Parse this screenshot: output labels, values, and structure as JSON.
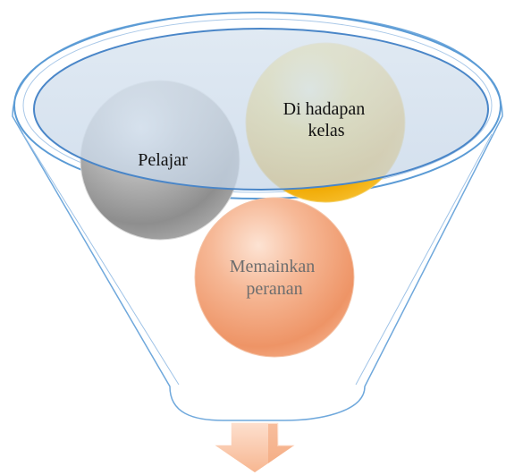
{
  "diagram": {
    "circles": [
      {
        "id": "pelajar",
        "lines": [
          "Pelajar"
        ],
        "color": "#9a9a9a",
        "text_color": "#111111"
      },
      {
        "id": "hadapan",
        "lines": [
          "Di hadapan",
          "kelas"
        ],
        "color": "#f5b400",
        "text_color": "#111111"
      },
      {
        "id": "peranan",
        "lines": [
          "Memainkan",
          "peranan"
        ],
        "color": "#f2a37a",
        "text_color": "#6e6e6e"
      }
    ],
    "funnel_color": "#5b9bd5",
    "arrow_color": "#f4b183"
  }
}
